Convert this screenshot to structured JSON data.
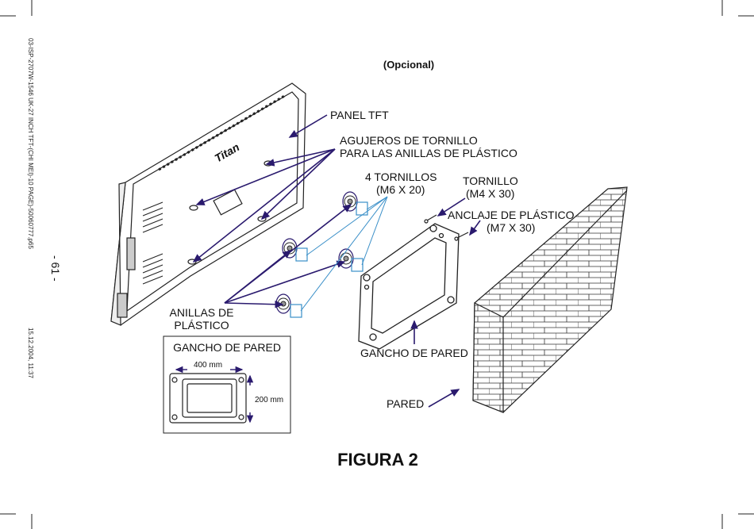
{
  "header": {
    "optional": "(Opcional)"
  },
  "side_text": {
    "doc_ref": "03-ISP-2707W-1546 UK-27 INCH TFT-(CHI MEI)-10 PAGE)-50060777.p65",
    "page_number": "- 61 -",
    "timestamp": "15.12.2004, 11:37"
  },
  "labels": {
    "panel_tft": "PANEL TFT",
    "holes_line1": "AGUJEROS DE TORNILLO",
    "holes_line2": "PARA LAS ANILLAS DE PLÁSTICO",
    "screws4_line1": "4 TORNILLOS",
    "screws4_line2": "(M6 X 20)",
    "screw_line1": "TORNILLO",
    "screw_line2": "(M4 X 30)",
    "anchor_line1": "ANCLAJE DE PLÁSTICO",
    "anchor_line2": "(M7 X 30)",
    "rings_line1": "ANILLAS DE",
    "rings_line2": "PLÁSTICO",
    "hook": "GANCHO DE PARED",
    "wall": "PARED"
  },
  "inset": {
    "title": "GANCHO DE PARED",
    "width": "400 mm",
    "height": "200 mm"
  },
  "brand": "Titan",
  "figure": "FIGURA 2",
  "colors": {
    "arrow": "#2a1a6e",
    "leader_blue": "#3a8fc8",
    "line": "#222222"
  }
}
